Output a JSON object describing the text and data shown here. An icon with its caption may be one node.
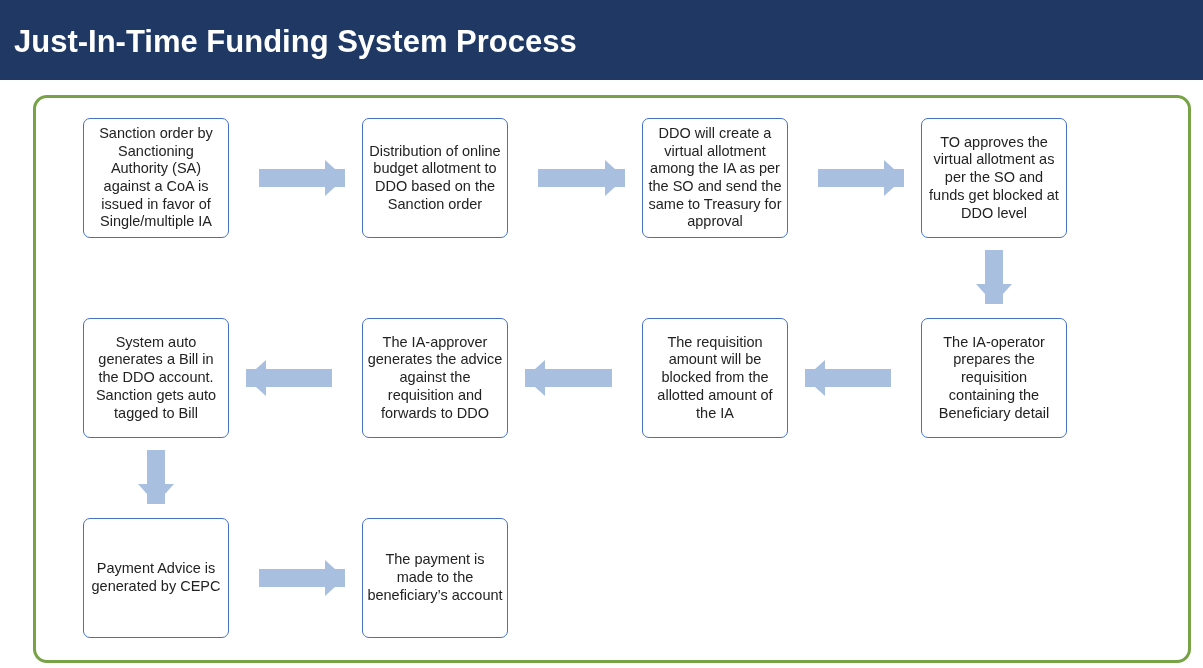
{
  "diagram": {
    "title": "Just-In-Time Funding System Process",
    "nodes": [
      {
        "text": [
          "Sanction order by Sanctioning Authority (SA) against a CoA is issued in favor of Single/multiple IA"
        ]
      },
      {
        "text": [
          "Distribution of online budget allotment to DDO based on the Sanction order"
        ]
      },
      {
        "text": [
          "DDO will create a virtual allotment among the IA as per the SO and send the same to Treasury for approval"
        ]
      },
      {
        "text": [
          "TO approves the virtual allotment as per the SO and funds get blocked at DDO level"
        ]
      },
      {
        "text": [
          "System auto generates a Bill in the DDO account. Sanction gets auto tagged to Bill"
        ]
      },
      {
        "text": [
          "The IA-approver generates the advice against the requisition and forwards to DDO"
        ]
      },
      {
        "text": [
          "The requisition amount will be blocked from the allotted amount of the IA"
        ]
      },
      {
        "text": [
          "The IA-operator prepares the requisition containing the Beneficiary detail"
        ]
      },
      {
        "text": [
          "Payment Advice is generated by CEPC"
        ]
      },
      {
        "text": [
          "The payment is made to the beneficiary’s account"
        ]
      }
    ],
    "edges": [
      {
        "from": 0,
        "to": 1,
        "arrow": "to"
      },
      {
        "from": 1,
        "to": 2,
        "arrow": "to"
      },
      {
        "from": 2,
        "to": 3,
        "arrow": "to"
      },
      {
        "from": 3,
        "to": 7,
        "arrow": "to"
      },
      {
        "from": 7,
        "to": 6,
        "arrow": "to"
      },
      {
        "from": 6,
        "to": 5,
        "arrow": "to"
      },
      {
        "from": 5,
        "to": 4,
        "arrow": "to"
      },
      {
        "from": 4,
        "to": 8,
        "arrow": "to"
      },
      {
        "from": 8,
        "to": 9,
        "arrow": "to"
      }
    ]
  }
}
